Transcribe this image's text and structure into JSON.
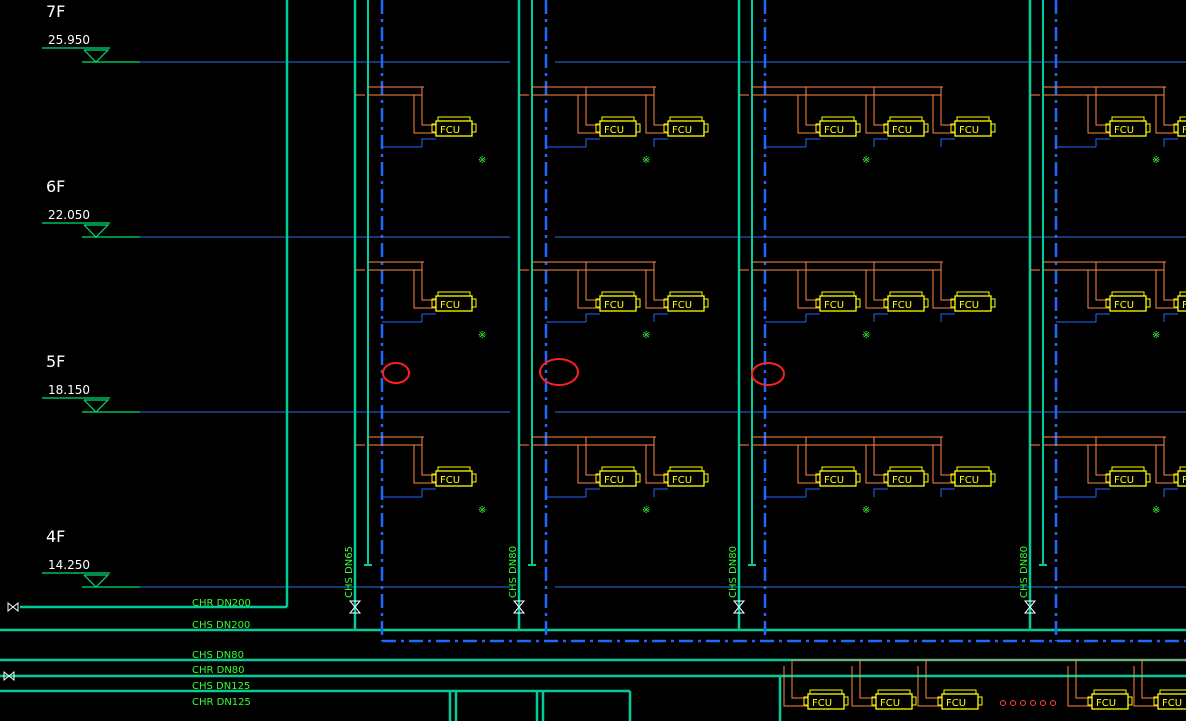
{
  "floors": [
    {
      "label": "7F",
      "elevation": "25.950"
    },
    {
      "label": "6F",
      "elevation": "22.050"
    },
    {
      "label": "5F",
      "elevation": "18.150"
    },
    {
      "label": "4F",
      "elevation": "14.250"
    }
  ],
  "risers": [
    {
      "label": "CHS DN65"
    },
    {
      "label": "CHS DN80"
    },
    {
      "label": "CHS DN80"
    },
    {
      "label": "CHS DN80"
    }
  ],
  "mains": [
    {
      "label": "CHR DN200"
    },
    {
      "label": "CHS DN200"
    },
    {
      "label": "CHS DN80"
    },
    {
      "label": "CHR DN80"
    },
    {
      "label": "CHS DN125"
    },
    {
      "label": "CHR DN125"
    }
  ],
  "fcu_label": "FCU",
  "fcu_note": "※",
  "colors": {
    "background": "#000000",
    "supply_pipe": "#00cc99",
    "return_pipe": "#2266ff",
    "branch_pipe": "#ff8844",
    "fcu": "#ffff00",
    "text": "#ffffff",
    "label_green": "#33ff33",
    "floor_line": "#3388ff",
    "level_marker": "#00ff66",
    "markup": "#ff2020"
  }
}
